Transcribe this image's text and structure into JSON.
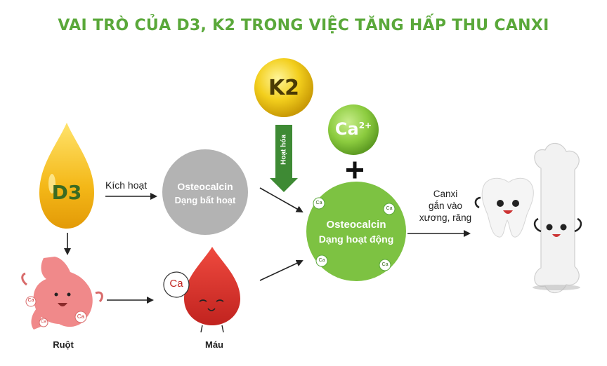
{
  "title": "VAI TRÒ CỦA D3, K2 TRONG VIỆC TĂNG HẤP THU CANXI",
  "d3_label": "D3",
  "k2_label": "K2",
  "ca_ion": {
    "symbol": "Ca",
    "charge": "2+"
  },
  "plus": "+",
  "activate_arrow_label": "Kích hoạt",
  "k2_arrow_label": "Hoạt hóa",
  "inactive": {
    "name": "Osteocalcin",
    "state": "Dạng bất hoạt"
  },
  "active": {
    "name": "Osteocalcin",
    "state": "Dạng hoạt động"
  },
  "ca_small": "Ca",
  "bone_arrow_label": [
    "Canxi",
    "gắn vào",
    "xương, răng"
  ],
  "intestine_caption": "Ruột",
  "blood_caption": "Máu",
  "colors": {
    "title": "#5aa83a",
    "active": "#7dc242",
    "inactive": "#b3b3b3",
    "k2": "#f0c21a",
    "blood": "#d9302c",
    "intestine": "#f0898a",
    "k2_arrow": "#3e8a34"
  }
}
